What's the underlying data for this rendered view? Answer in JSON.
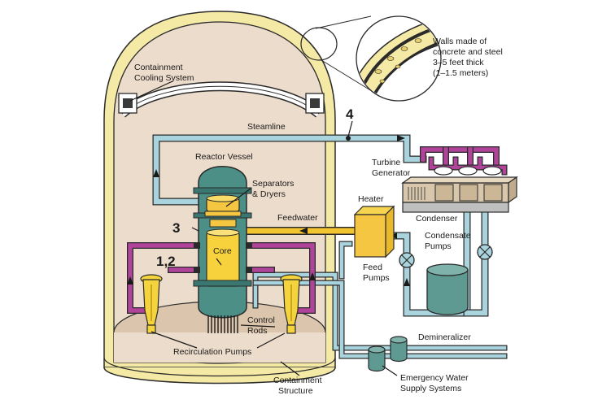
{
  "labels": {
    "walls": [
      "Walls made of",
      "concrete and steel",
      "3–5 feet thick",
      "(1–1.5 meters)"
    ],
    "containment_cooling": [
      "Containment",
      "Cooling System"
    ],
    "steamline": "Steamline",
    "reactor_vessel": "Reactor Vessel",
    "separators": [
      "Separators",
      "& Dryers"
    ],
    "turbine_generator": [
      "Turbine",
      "Generator"
    ],
    "heater": "Heater",
    "feedwater": "Feedwater",
    "condenser": "Condenser",
    "condensate_pumps": [
      "Condensate",
      "Pumps"
    ],
    "core": "Core",
    "feed_pumps": [
      "Feed",
      "Pumps"
    ],
    "control_rods": [
      "Control",
      "Rods"
    ],
    "demineralizer": "Demineralizer",
    "recirculation_pumps": "Recirculation Pumps",
    "containment_structure": [
      "Containment",
      "Structure"
    ],
    "emergency_water": [
      "Emergency Water",
      "Supply Systems"
    ]
  },
  "callouts": {
    "four": "4",
    "three": "3",
    "one_two": "1,2"
  },
  "colors": {
    "steam_pipe": "#a9d4dd",
    "recirc_pipe": "#b0439a",
    "feed_pipe": "#f2c42f",
    "containment_wall": "#f5e9a6",
    "containment_inside": "#ecdccb",
    "vessel": "#4c8f86",
    "core": "#f7d23c",
    "pump_yellow": "#f5d33d",
    "condenser": "#d8c7ad",
    "demineralizer": "#5e9a92"
  }
}
